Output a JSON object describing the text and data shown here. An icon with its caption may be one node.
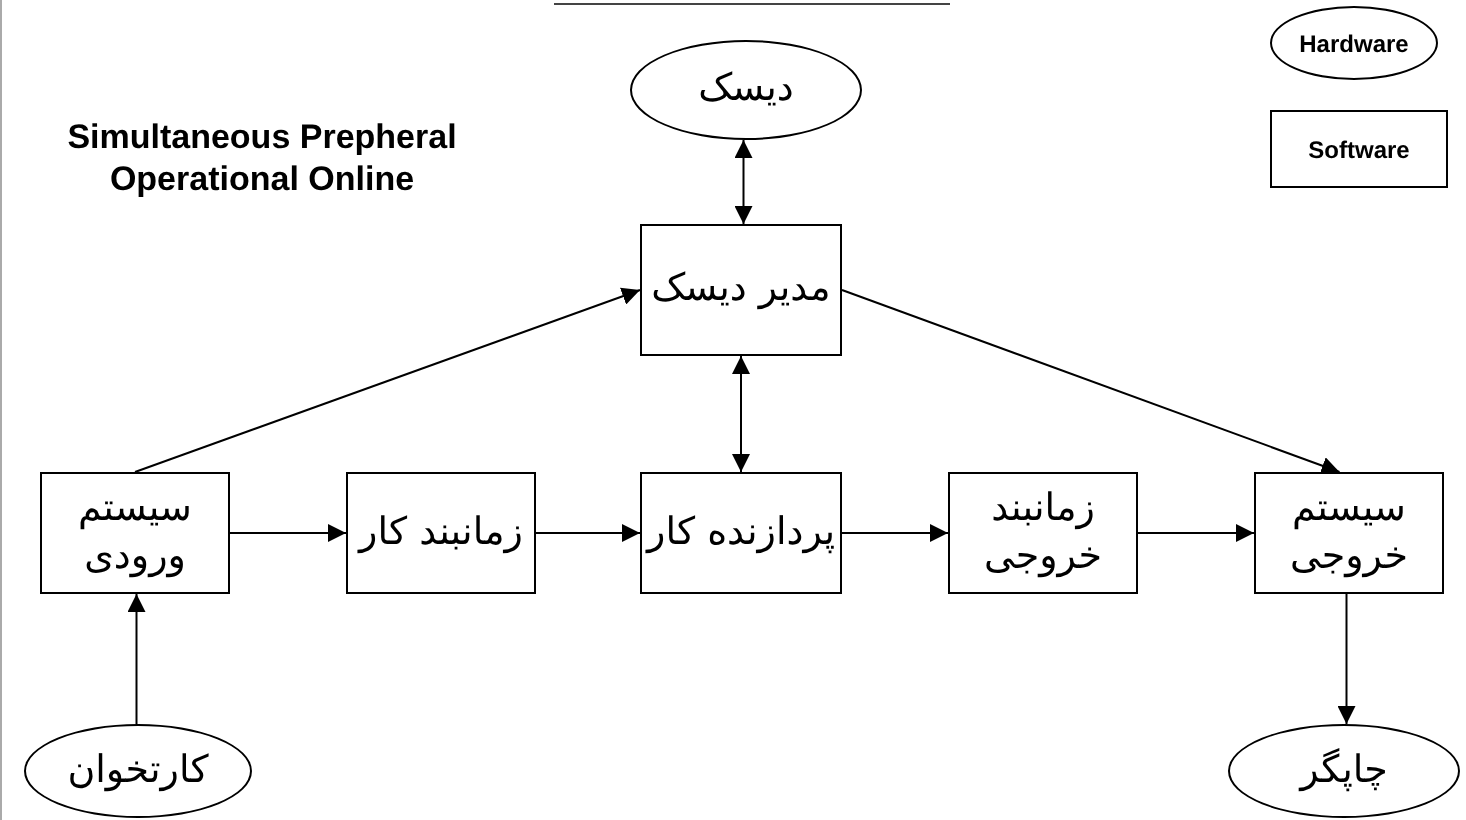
{
  "diagram": {
    "title": "Simultaneous Prepheral Operational Online",
    "nodes": [
      {
        "text": [
          "دیسک"
        ]
      },
      {
        "text": [
          "مدیر دیسک"
        ]
      },
      {
        "text": [
          "سیستم ورودی"
        ]
      },
      {
        "text": [
          "زمانبند کار"
        ]
      },
      {
        "text": [
          "پردازنده کار"
        ]
      },
      {
        "text": [
          "زمانبند خروجی"
        ]
      },
      {
        "text": [
          "سیستم خروجی"
        ]
      },
      {
        "text": [
          "کارتخوان"
        ]
      },
      {
        "text": [
          "چاپگر"
        ]
      },
      {
        "text": [
          "Hardware"
        ]
      },
      {
        "text": [
          "Software"
        ]
      }
    ],
    "edges": [
      {
        "from": 0,
        "to": 1,
        "arrow": "both"
      },
      {
        "from": 2,
        "to": 1,
        "arrow": "to"
      },
      {
        "from": 1,
        "to": 6,
        "arrow": "to"
      },
      {
        "from": 1,
        "to": 4,
        "arrow": "both"
      },
      {
        "from": 2,
        "to": 3,
        "arrow": "to"
      },
      {
        "from": 3,
        "to": 4,
        "arrow": "to"
      },
      {
        "from": 4,
        "to": 5,
        "arrow": "to"
      },
      {
        "from": 5,
        "to": 6,
        "arrow": "to"
      },
      {
        "from": 7,
        "to": 2,
        "arrow": "to"
      },
      {
        "from": 6,
        "to": 8,
        "arrow": "to"
      }
    ]
  }
}
